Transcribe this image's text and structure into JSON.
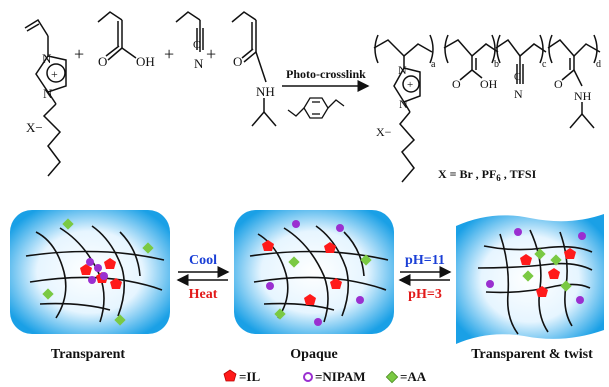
{
  "reaction": {
    "step_label": "Photo-crosslink",
    "plus": "+",
    "counterion": "X−",
    "cation_charge": "+",
    "atoms": {
      "N": "N",
      "O": "O",
      "OH": "OH",
      "NH": "NH"
    },
    "subscripts": {
      "a": "a",
      "b": "b",
      "c": "c",
      "d": "d"
    },
    "x_definition": {
      "prefix": "X = Br , PF",
      "sub": "6",
      "suffix": " , TFSI"
    }
  },
  "states": {
    "transparent": "Transparent",
    "opaque": "Opaque",
    "transparent_twist": "Transparent & twist"
  },
  "transitions": {
    "cool": "Cool",
    "heat": "Heat",
    "ph_high": "pH=11",
    "ph_low": "pH=3"
  },
  "legend": {
    "il": "=IL",
    "nipam": "=NIPAM",
    "aa": "=AA"
  },
  "colors": {
    "il": "#ff1a1a",
    "nipam": "#9a2fd0",
    "aa": "#7ac943",
    "cool": "#1a3fd6",
    "heat": "#e21a1a",
    "ph": "#1a3fd6",
    "gel_glow": "#1aa0e6"
  }
}
